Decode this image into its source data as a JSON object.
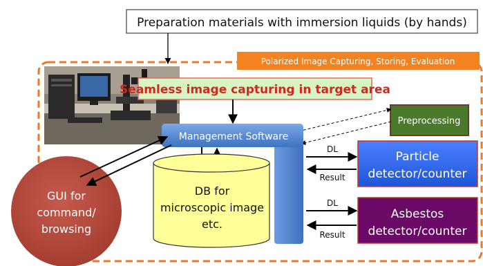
{
  "top_box": {
    "text": "Preparation materials with immersion liquids (by hands)"
  },
  "orange_tag": {
    "text": "Polarized Image Capturing, Storing, Evaluation"
  },
  "seamless_box": {
    "text": "Seamless image  capturing in target area"
  },
  "preprocessing": {
    "text": "Preprocessing"
  },
  "management": {
    "text": "Management Software"
  },
  "db": {
    "line1": "DB  for",
    "line2": "microscopic image",
    "line3": "etc."
  },
  "gui": {
    "line1": "GUI for",
    "line2": "command/",
    "line3": "browsing"
  },
  "particle": {
    "line1": "Particle",
    "line2": "detector/counter"
  },
  "asbestos": {
    "line1": "Asbestos",
    "line2": "detector/counter"
  },
  "arrow_labels": {
    "dl_top": "DL",
    "result_top": "Result",
    "dl_bottom": "DL",
    "result_bottom": "Result"
  },
  "colors": {
    "orange_dashed": "#ee7722",
    "seamless_fill": "#d8f3c4",
    "seamless_text": "#cc2a1c",
    "management_fill": "#5b8fd6",
    "db_fill": "#ffff99",
    "gui_fill": "#b5473a",
    "particle_fill": "#2f6cf5",
    "asbestos_fill": "#6a0a66",
    "preprocessing_fill": "#4b7a2c"
  }
}
